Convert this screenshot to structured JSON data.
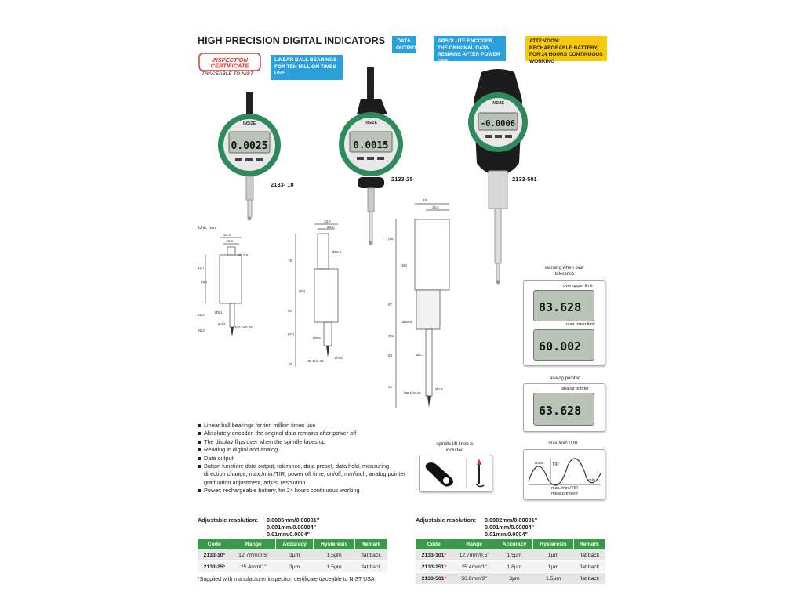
{
  "header": {
    "title": "HIGH PRECISION DIGITAL  INDICATORS",
    "tag_data_output": "DATA OUTPUT",
    "tag_absolute": "ABSOLUTE ENCODER, THE ORIGINAL DATA REMAINS AFTER POWER OFF",
    "tag_attention": "ATTENTION: RECHARGEABLE BATTERY, FOR 24 HOURS CONTINUOUS WORKING",
    "tag_bearings": "LINEAR BALL BEARINGS FOR TEN MILLION TIMES USE"
  },
  "certificate": {
    "line1": "INSPECTION",
    "line2": "CERTIFICATE",
    "sub": "TRACEABLE TO NIST"
  },
  "products": [
    {
      "model": "2133- 10",
      "display": "0.0025",
      "brand": "INSIZE"
    },
    {
      "model": "2133-25",
      "display": "0.0015",
      "brand": "INSIZE"
    },
    {
      "model": "2133-501",
      "display": "-0.0006",
      "brand": "INSIZE"
    }
  ],
  "drawing": {
    "unit": "Unit: mm",
    "d1": {
      "w1": "33.3",
      "w2": "18.8",
      "dia": "Ø12.5",
      "h1": "12.7",
      "h2": "(60)",
      "h3": "26.3",
      "h4": "26.3",
      "stem": "Ø8.1",
      "tip": "Ø4.5",
      "thread": "M2.5X0.45"
    },
    "d2": {
      "w1": "33.7",
      "w2": "23.2",
      "dia": "Ø12.5",
      "h1": "79",
      "h2": "(60)",
      "h3": "50",
      "h4": "(32)",
      "stem": "Ø8.5",
      "tip": "Ø4.5",
      "thread": "M2.5X0.45",
      "h5": "13"
    },
    "d3": {
      "w1": "48",
      "w2": "25.5",
      "h1": "(60)",
      "h2": "(88)",
      "h3": "67",
      "h4": "200",
      "h5": "63",
      "stem": "Ø28.5",
      "stem2": "Ø8.1",
      "tip": "Ø4.5",
      "thread": "M2.5X0.45",
      "h6": "32"
    }
  },
  "panels": {
    "warning_title": "warning when over tolerance",
    "over_upper": "over upper limit",
    "over_upper_value": "83.628",
    "over_lower": "over lower limit",
    "over_lower_value": "60.002",
    "analog_title": "analog pointer",
    "analog_label": "analog pointer",
    "analog_value": "63.628",
    "knob_title": "spindle lift knob is included",
    "mmt_title": "max./min./TIR",
    "mmt_max": "max.",
    "mmt_tir": "TIR",
    "mmt_min": "min.",
    "mmt_caption": "max./min./TIR measurement"
  },
  "features": [
    "Linear ball bearings for ten million times use",
    "Absolutely encoder, the original data remains after power off",
    "The display flips over when the spindle faces up",
    "Reading in digital and analog",
    "Data output",
    "Button function: data output, tolerance, data preset, data hold, measuring direction change, max./min./TIR, power off  time, on/off, mm/inch, analog pointer graduation adjustment, adjust resolution",
    "Power: rechargeable battery, for 24 hours continuous working"
  ],
  "table_left": {
    "resolution_label": "Adjustable resolution:",
    "resolution_lines": [
      "0.0005mm/0.00001\"",
      "0.001mm/0.00004\"",
      "0.01mm/0.0004\""
    ],
    "headers": [
      "Code",
      "Range",
      "Accuracy",
      "Hysteresis",
      "Remark"
    ],
    "rows": [
      [
        "2133-10",
        "12.7mm/0.5\"",
        "3μm",
        "1.5μm",
        "flat back"
      ],
      [
        "2133-25",
        "25.4mm/1\"",
        "3μm",
        "1.5μm",
        "flat back"
      ]
    ]
  },
  "table_right": {
    "resolution_label": "Adjustable resolution:",
    "resolution_lines": [
      "0.0002mm/0.00001\"",
      "0.001mm/0.00004\"",
      "0.01mm/0.0004\""
    ],
    "headers": [
      "Code",
      "Range",
      "Accuracy",
      "Hysteresis",
      "Remark"
    ],
    "rows": [
      [
        "2133-101",
        "12.7mm/0.5\"",
        "1.5μm",
        "1μm",
        "flat back"
      ],
      [
        "2133-251",
        "25.4mm/1\"",
        "1.8μm",
        "1μm",
        "flat back"
      ],
      [
        "2133-501",
        "50.8mm/2\"",
        "3μm",
        "1.5μm",
        "flat back"
      ]
    ]
  },
  "star": "*",
  "footnote": "Supplied with manufacturer inspection certificate traceable to NIST USA",
  "colors": {
    "accent_blue": "#2aa0dc",
    "accent_yellow": "#f6c90e",
    "table_green": "#3a9a4a",
    "star_red": "#e02020",
    "dial_green": "#2e8a5a"
  }
}
